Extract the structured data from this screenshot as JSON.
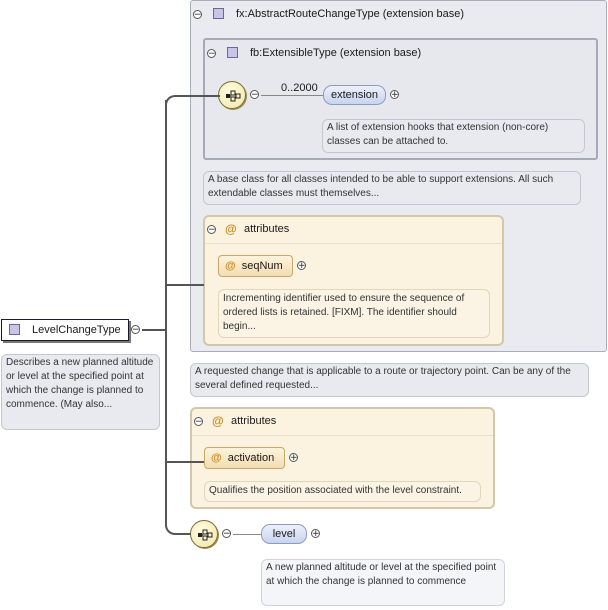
{
  "root": {
    "label": "LevelChangeType",
    "doc": "Describes a new planned altitude or level at the specified point at which the change is planned to commence. (May also..."
  },
  "base_outer": {
    "label": "fx:AbstractRouteChangeType (extension base)",
    "doc": "A requested change that is applicable to a route or trajectory point. Can be any of the several defined requested..."
  },
  "base_inner": {
    "label": "fb:ExtensibleType (extension base)",
    "doc": "A base class for all classes intended to be able to support extensions. All such extendable classes must themselves..."
  },
  "extension": {
    "multiplicity": "0..2000",
    "label": "extension",
    "doc": "A list of extension hooks that extension (non-core) classes can be attached to."
  },
  "attributes_inner": {
    "label": "attributes",
    "attr_label": "seqNum",
    "doc": "Incrementing identifier used to ensure the sequence of ordered lists is retained. [FIXM]. The identifier should begin..."
  },
  "attributes_outer": {
    "label": "attributes",
    "attr_label": "activation",
    "doc": "Qualifies the position associated with the level constraint."
  },
  "level": {
    "label": "level",
    "doc": "A new planned altitude or level at the specified point at which the change is planned to commence"
  },
  "symbols": {
    "at": "@",
    "minus": "−",
    "plus": "+"
  },
  "icons": [
    "purple-square-icon",
    "sequence-compositor-icon",
    "collapse-icon",
    "expand-icon"
  ],
  "colors": {
    "extension_box": "#e9ebf1",
    "attributes_box": "#fbf2e0",
    "connector": "#555555",
    "root_border": "#1a1a2a"
  }
}
